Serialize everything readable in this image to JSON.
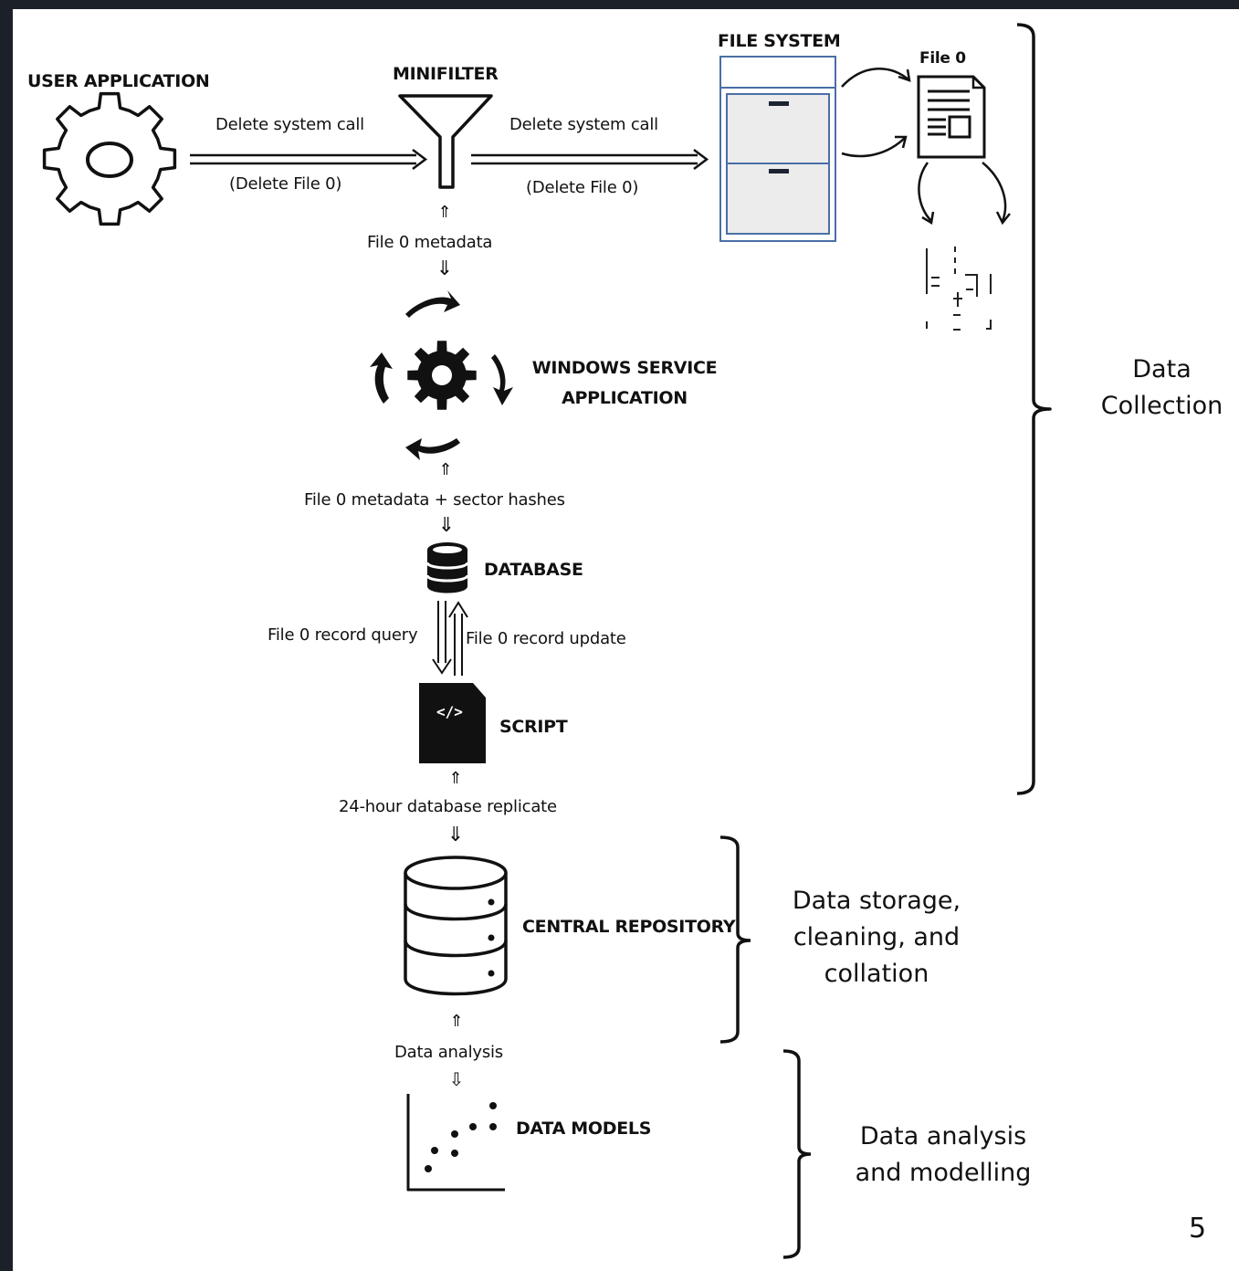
{
  "nodes": {
    "user_application": "USER APPLICATION",
    "minifilter": "MINIFILTER",
    "file_system": "FILE SYSTEM",
    "file0": "File 0",
    "windows_service_line1": "WINDOWS SERVICE",
    "windows_service_line2": "APPLICATION",
    "database": "DATABASE",
    "script": "SCRIPT",
    "script_code": "</>",
    "central_repository": "CENTRAL REPOSITORY",
    "data_models": "DATA MODELS"
  },
  "edges": {
    "delete_call_1": "Delete system call",
    "delete_file_1": "(Delete File 0)",
    "delete_call_2": "Delete system call",
    "delete_file_2": "(Delete File 0)",
    "file0_metadata": "File 0 metadata",
    "metadata_hashes": "File 0 metadata + sector hashes",
    "record_query": "File 0 record query",
    "record_update": "File 0 record update",
    "replicate": "24-hour database replicate",
    "analysis": "Data analysis"
  },
  "connector_glyphs": {
    "up": "⇑",
    "down": "⇓",
    "down_outline": "⇩"
  },
  "phases": {
    "collection_l1": "Data",
    "collection_l2": "Collection",
    "storage_l1": "Data storage,",
    "storage_l2": "cleaning, and",
    "storage_l3": "collation",
    "analysis_l1": "Data analysis",
    "analysis_l2": "and modelling"
  },
  "page_number": "5"
}
